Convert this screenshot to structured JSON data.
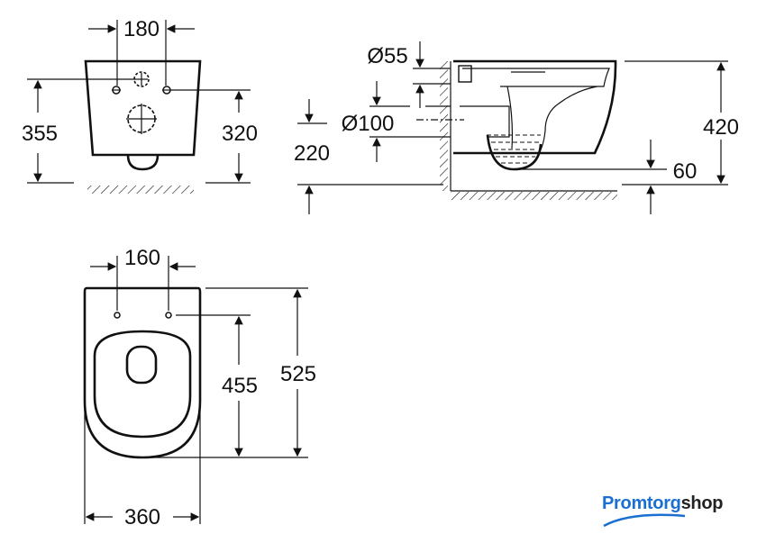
{
  "front_view": {
    "width_between_holes": "180",
    "height_total": "355",
    "height_fixing": "320"
  },
  "side_view": {
    "inlet_diameter": "Ø55",
    "outlet_diameter": "Ø100",
    "outlet_height": "220",
    "total_height": "420",
    "bowl_bottom": "60"
  },
  "top_view": {
    "hinge_spacing": "160",
    "hinge_to_front": "455",
    "length": "525",
    "width": "360"
  },
  "logo": {
    "part1": "Promtorg",
    "part2": "shop",
    "color": "#1a6fd0"
  }
}
